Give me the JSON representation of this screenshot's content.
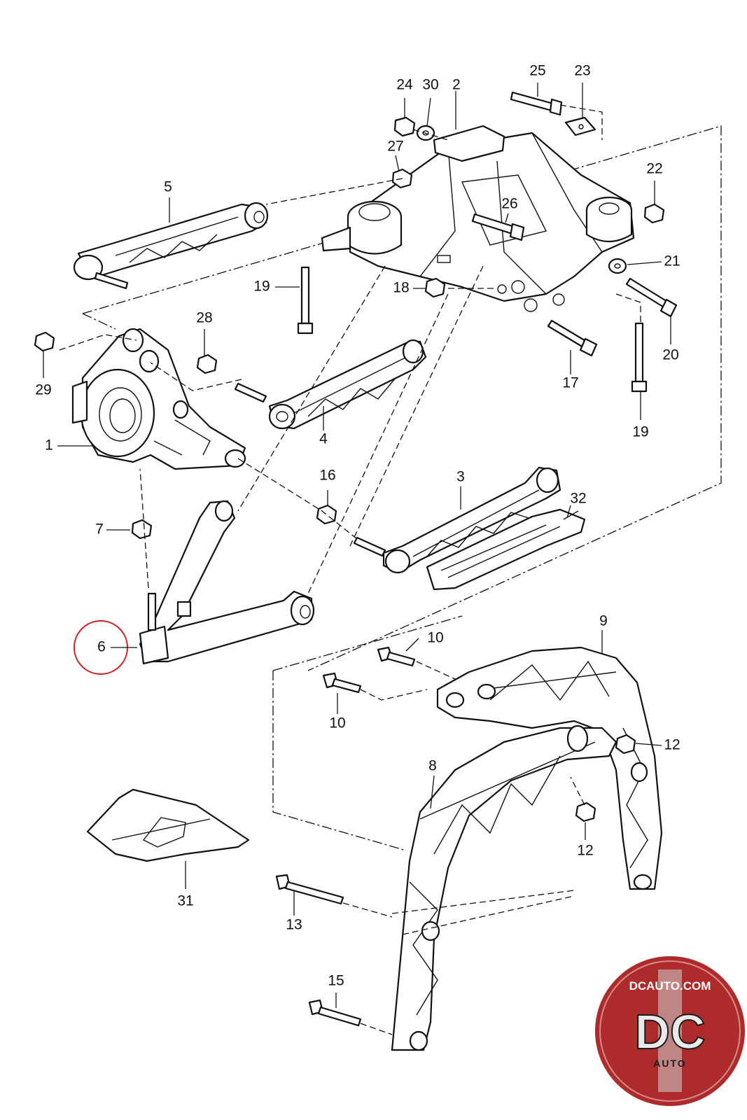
{
  "callouts": {
    "c1": "1",
    "c2": "2",
    "c3": "3",
    "c4": "4",
    "c5": "5",
    "c6": "6",
    "c7": "7",
    "c8": "8",
    "c9": "9",
    "c10a": "10",
    "c10b": "10",
    "c12a": "12",
    "c12b": "12",
    "c13": "13",
    "c15": "15",
    "c16": "16",
    "c17": "17",
    "c18": "18",
    "c19a": "19",
    "c19b": "19",
    "c20": "20",
    "c21": "21",
    "c22": "22",
    "c23": "23",
    "c24": "24",
    "c25": "25",
    "c26": "26",
    "c27": "27",
    "c28": "28",
    "c29": "29",
    "c30": "30",
    "c31": "31",
    "c32": "32"
  },
  "highlight": {
    "part": "6",
    "color": "#cc2222"
  },
  "logo": {
    "site": "DCAUTO.COM",
    "mark": "DC",
    "sub": "AUTO",
    "color": "#b02a2a"
  }
}
